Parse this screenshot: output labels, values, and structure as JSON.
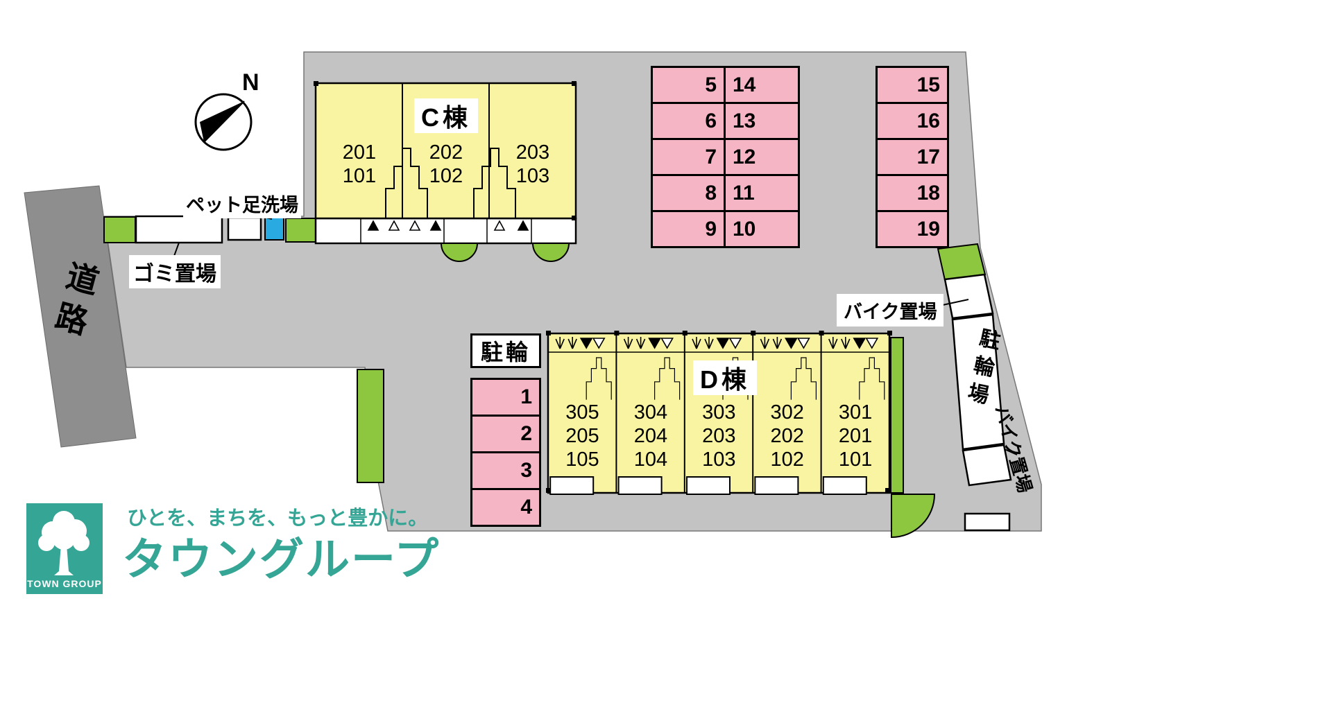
{
  "compass": {
    "label": "N"
  },
  "labels": {
    "road": "道路",
    "garbage": "ゴミ置場",
    "pet_wash": "ペット足洗場",
    "bike_upper": "バイク置場",
    "bike_lower": "バイク置場",
    "bicycle_area": "駐輪場",
    "bicycle_box": "駐輪"
  },
  "building_c": {
    "name": "C棟",
    "units": [
      [
        "201",
        "101"
      ],
      [
        "202",
        "102"
      ],
      [
        "203",
        "103"
      ]
    ]
  },
  "building_d": {
    "name": "D棟",
    "units": [
      [
        "305",
        "205",
        "105"
      ],
      [
        "304",
        "204",
        "104"
      ],
      [
        "303",
        "203",
        "103"
      ],
      [
        "302",
        "202",
        "102"
      ],
      [
        "301",
        "201",
        "101"
      ]
    ]
  },
  "parking": {
    "left_block_col1": [
      "5",
      "6",
      "7",
      "8",
      "9"
    ],
    "left_block_col2": [
      "14",
      "13",
      "12",
      "11",
      "10"
    ],
    "right_block": [
      "15",
      "16",
      "17",
      "18",
      "19"
    ],
    "bicycle_stalls": [
      "1",
      "2",
      "3",
      "4"
    ]
  },
  "branding": {
    "tagline": "ひとを、まちを、もっと豊かに。",
    "company": "タウングループ",
    "logo_text": "TOWN GROUP"
  },
  "colors": {
    "site": "#c3c3c3",
    "road": "#8e8e8e",
    "bld": "#f9f4a2",
    "pink": "#f6b5c5",
    "green": "#8dc63f",
    "blue": "#29abe2",
    "brand": "#35a596"
  }
}
